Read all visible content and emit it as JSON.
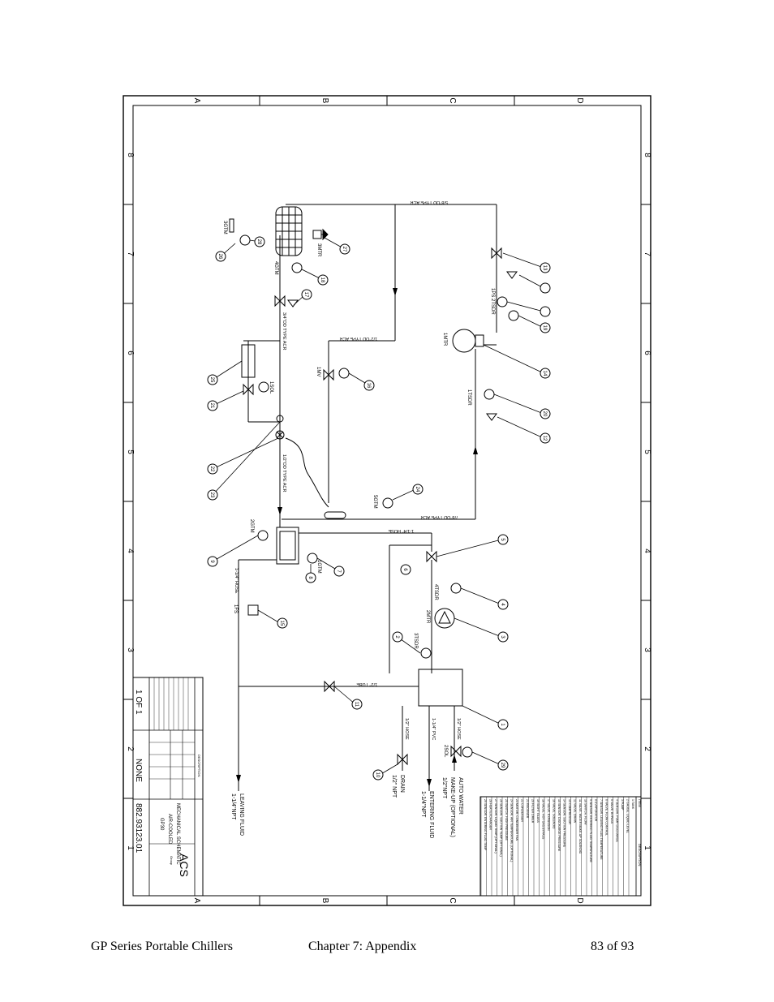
{
  "drawing": {
    "zone_letters": [
      "A",
      "B",
      "C",
      "D"
    ],
    "zone_numbers": [
      "8",
      "7",
      "6",
      "5",
      "4",
      "3",
      "2",
      "1"
    ],
    "pipe_labels": {
      "p58_top": "5/8\"OD TYPE ACR",
      "p12_acr": "1/2\"OD TYPE ACR",
      "p78": "7/8\"OD TYPE ACR",
      "p114_hose": "1-1/4\" HOSE",
      "p114_hose2": "1-1/4\" HOSE",
      "p12_tube": "1/2\" TUBE",
      "p12_hose": "1/2\" HOSE",
      "p114_pvc": "1-1/4\" PVC",
      "p12_hose2": "1/2\" HOSE",
      "p34_acr": "3/4\"OD TYPE ACR",
      "p12_acr2": "1/2\"OD TYPE ACR"
    },
    "component_labels": {
      "mtr3": "3MTR",
      "gtm3": "3GTM",
      "gtm4": "4GTM",
      "mtr1": "1MTR",
      "ps1": "1PS 2TSDR",
      "tsdr1": "1TSDR",
      "sol1": "1SOL",
      "mv1": "1MV",
      "gtm5": "5GTM",
      "gtm2": "2GTM",
      "gtm1": "1GTM",
      "tsdr4": "4TSDR",
      "mtr2": "2MTR",
      "tsdr3": "3TSDR",
      "fs1": "1FS",
      "sol2": "2SOL"
    },
    "flow_labels": {
      "leaving_fluid": "LEAVING FLUID",
      "leaving_size": "1-1/4\"NPT",
      "entering_fluid": "ENTERING FLUID",
      "entering_size": "1-1/4\"NPT",
      "drain": "DRAIN",
      "drain_size": "1/2\" NPT",
      "auto_water": "AUTO WATER",
      "makeup": "MAKE-UP (OPTIONAL)",
      "makeup_size": "1/2\"NPT"
    },
    "balloons": [
      "28",
      "26",
      "27",
      "18",
      "17",
      "25",
      "21",
      "22",
      "23",
      "16",
      "24",
      "12",
      "14",
      "19",
      "20",
      "13",
      "9",
      "8",
      "7",
      "6",
      "5",
      "4",
      "3",
      "2",
      "10",
      "11",
      "15",
      "1",
      "29"
    ],
    "title_block": {
      "company": "ACS",
      "group": "Group",
      "title_line1": "MECHANICAL SCHEMATIC",
      "title_line2": "AIR-COOLED",
      "title_line3": "GP30",
      "drawing_number": "882.93123.01",
      "sheet": "1 OF 1",
      "scale": "NONE",
      "description_header": "DESCRIPTION"
    },
    "bom": {
      "header_item": "ITEM",
      "header_desc": "DESCRIPTION",
      "rows": [
        "1  TANK",
        "2  GAUGE, LIQUID LEVEL",
        "3  PUMP",
        "4  SENSOR, PUMP DISCHARGE",
        "5  VALVE, BYPASS",
        "6  VALVE, FLOW CONTROL",
        "7  SENSOR, LEAVING FLUID TEMPERATURE",
        "8  EVAPORATOR",
        "9  SENSOR, ENTERING FLUID TEMPERATURE",
        "10 SWITCH, FLOW",
        "11 VALVE, WATER MAKE-UP SOLENOID",
        "12 VALVE, DRAIN",
        "13 COMPRESSOR",
        "14 SENSOR, SUCTION PRESSURE",
        "15 SENSOR, DISCHARGE PRESSURE",
        "16 VALVE, SOLENOID",
        "17 VALVE, EXPANSION",
        "18 VALVE, HOT GAS BYPASS",
        "19 SIGHT GLASS",
        "20 FILTER DRIER",
        "21 RECEIVER",
        "22 CONDENSER",
        "23 MOTOR, CONDENSER FAN",
        "24 SENSOR, AIR TEMPERATURE (OPTIONAL)",
        "25 SWITCH, HIGH PRESSURE",
        "26 SENSOR, SUCTION TEMP (OPTIONAL)",
        "27 SENSOR, LIQUID TEMP (OPTIONAL)",
        "28 HEAT EXCHANGER",
        "29 SENSOR, ENTERING FLUID TEMP"
      ]
    }
  },
  "footer": {
    "left": "GP Series Portable Chillers",
    "center": "Chapter 7: Appendix",
    "right": "83 of 93"
  }
}
